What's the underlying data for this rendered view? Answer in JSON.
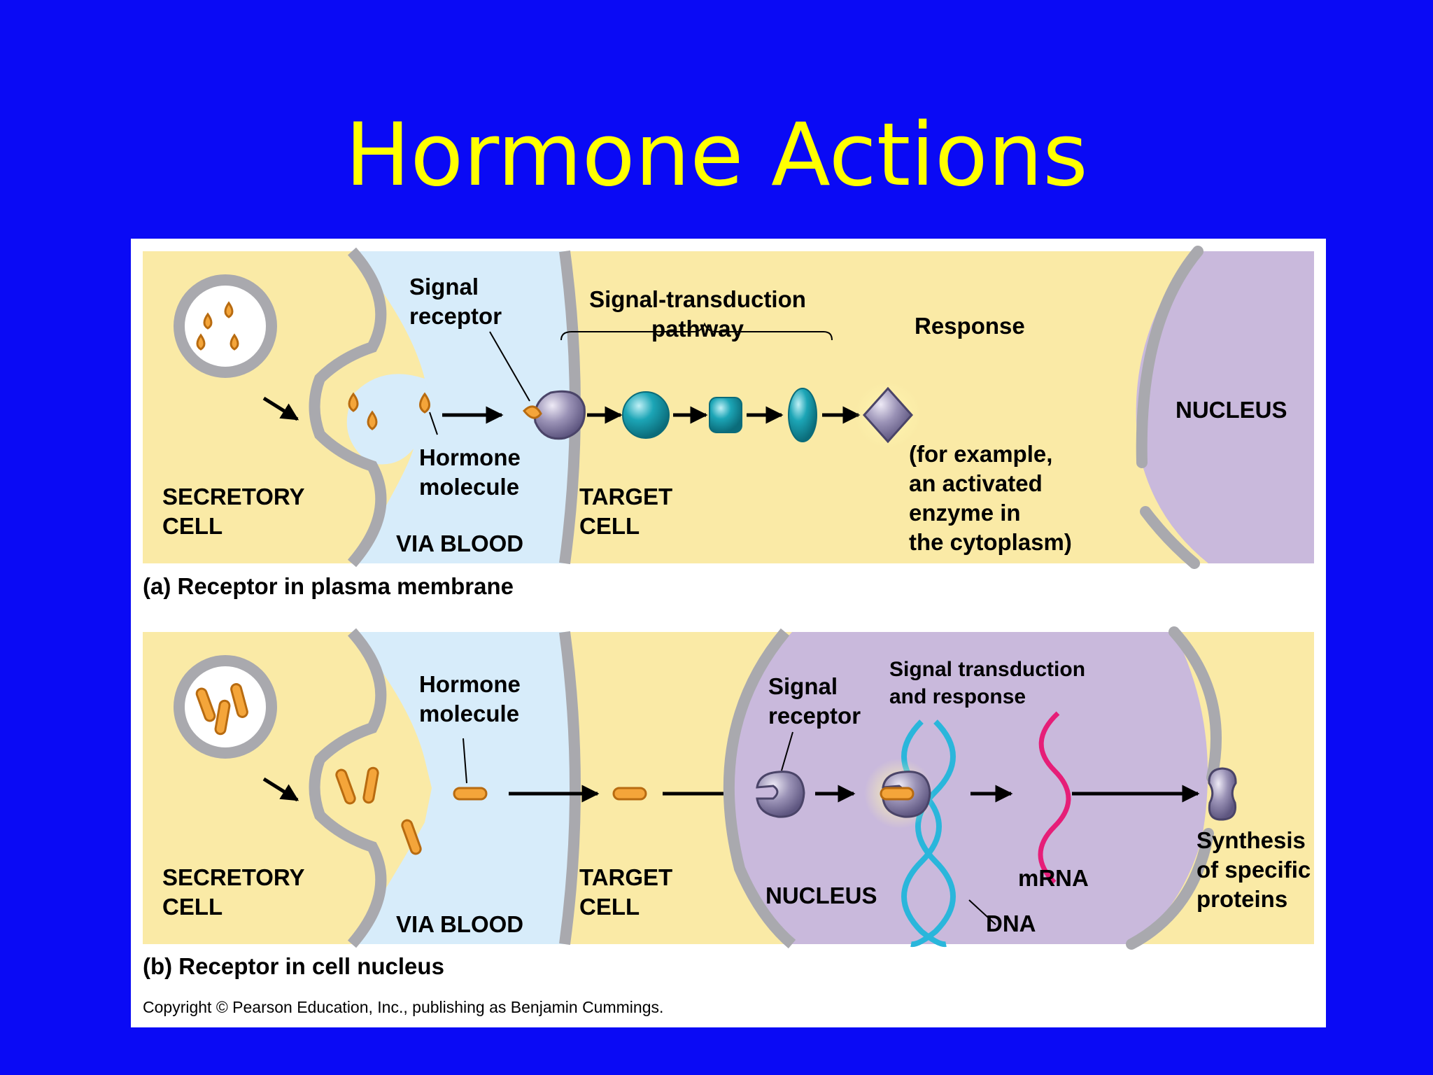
{
  "slide": {
    "title": "Hormone Actions",
    "background_color": "#0a0af5",
    "title_color": "#ffff00"
  },
  "colors": {
    "cytoplasm": "#faeaa6",
    "blood": "#d7ecfa",
    "membrane": "#a9a9ae",
    "nucleus": "#c9b9dc",
    "hormone": "#f4a53a",
    "receptor": "#9a92b6",
    "relay_protein": "#1ca5b6",
    "dna": "#2ab6db",
    "mrna": "#e61e78"
  },
  "panel_a": {
    "signal_receptor_line1": "Signal",
    "signal_receptor_line2": "receptor",
    "pathway_line1": "Signal-transduction",
    "pathway_line2": "pathway",
    "response": "Response",
    "nucleus": "NUCLEUS",
    "hormone_line1": "Hormone",
    "hormone_line2": "molecule",
    "secretory_line1": "SECRETORY",
    "secretory_line2": "CELL",
    "via_blood": "VIA BLOOD",
    "target_line1": "TARGET",
    "target_line2": "CELL",
    "example_line1": "(for example,",
    "example_line2": "an activated",
    "example_line3": "enzyme in",
    "example_line4": "the cytoplasm)",
    "caption": "(a) Receptor in plasma membrane"
  },
  "panel_b": {
    "hormone_line1": "Hormone",
    "hormone_line2": "molecule",
    "signal_receptor_line1": "Signal",
    "signal_receptor_line2": "receptor",
    "transduction_line1": "Signal transduction",
    "transduction_line2": "and response",
    "secretory_line1": "SECRETORY",
    "secretory_line2": "CELL",
    "via_blood": "VIA BLOOD",
    "target_line1": "TARGET",
    "target_line2": "CELL",
    "nucleus": "NUCLEUS",
    "mrna": "mRNA",
    "dna": "DNA",
    "synthesis_line1": "Synthesis",
    "synthesis_line2": "of specific",
    "synthesis_line3": "proteins",
    "caption": "(b) Receptor in cell nucleus"
  },
  "copyright": "Copyright © Pearson Education, Inc., publishing as Benjamin Cummings."
}
